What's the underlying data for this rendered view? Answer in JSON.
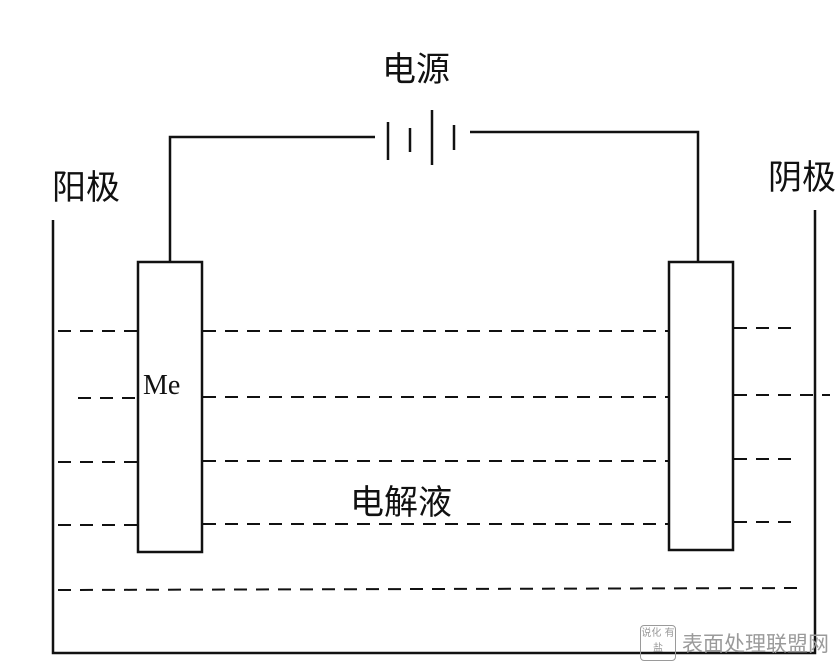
{
  "diagram": {
    "power_label": "电源",
    "anode_label": "阳极",
    "cathode_label": "阴极",
    "metal_label": "Me",
    "electrolyte_label": "电解液"
  },
  "watermark": {
    "text": "表面处理联盟网",
    "badge_text": "说化 有盐"
  },
  "colors": {
    "line": "#111111",
    "background": "#ffffff",
    "watermark": "#9a9a9a"
  }
}
